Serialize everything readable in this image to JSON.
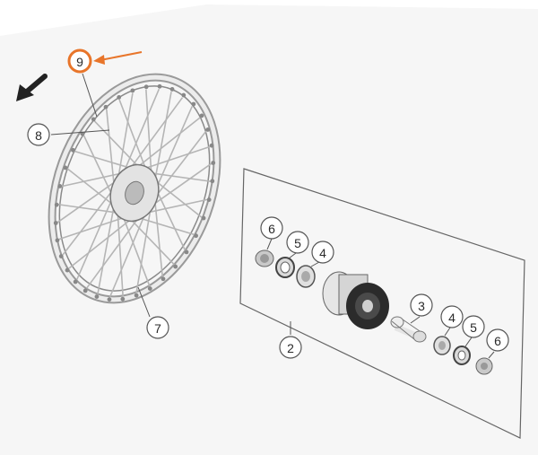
{
  "diagram": {
    "callouts": [
      {
        "id": "9",
        "label": "9",
        "highlighted": true
      },
      {
        "id": "8",
        "label": "8"
      },
      {
        "id": "7",
        "label": "7"
      },
      {
        "id": "6a",
        "label": "6"
      },
      {
        "id": "5a",
        "label": "5"
      },
      {
        "id": "4a",
        "label": "4"
      },
      {
        "id": "3",
        "label": "3"
      },
      {
        "id": "4b",
        "label": "4"
      },
      {
        "id": "5b",
        "label": "5"
      },
      {
        "id": "6b",
        "label": "6"
      },
      {
        "id": "2",
        "label": "2"
      }
    ],
    "colors": {
      "highlight": "#e8752a",
      "line": "#555555",
      "part": "#cfcfcf",
      "dark": "#2b2b2b"
    }
  }
}
